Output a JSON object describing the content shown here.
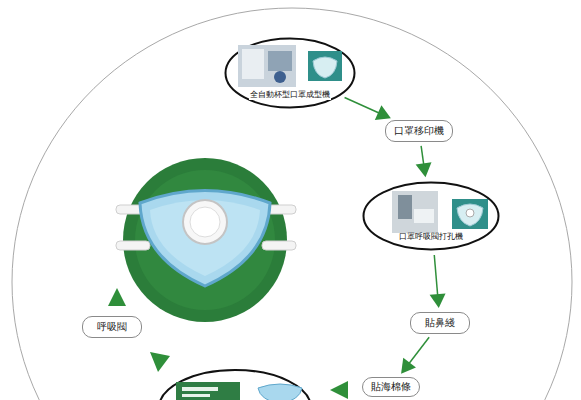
{
  "diagram": {
    "nodes": [
      {
        "text": [
          "全自動杯型口罩成型機"
        ]
      },
      {
        "text": [
          "口罩移印機"
        ]
      },
      {
        "text": [
          "口罩呼吸閥打孔機"
        ]
      },
      {
        "text": [
          "貼鼻綫"
        ]
      },
      {
        "text": [
          "貼海棉條"
        ]
      },
      {
        "text": [
          "呼吸閥"
        ]
      }
    ],
    "edges": [
      {
        "from": 0,
        "to": 1,
        "arrow": "to"
      },
      {
        "from": 1,
        "to": 2,
        "arrow": "to"
      },
      {
        "from": 2,
        "to": 3,
        "arrow": "to"
      },
      {
        "from": 3,
        "to": 4,
        "arrow": "to"
      }
    ]
  }
}
